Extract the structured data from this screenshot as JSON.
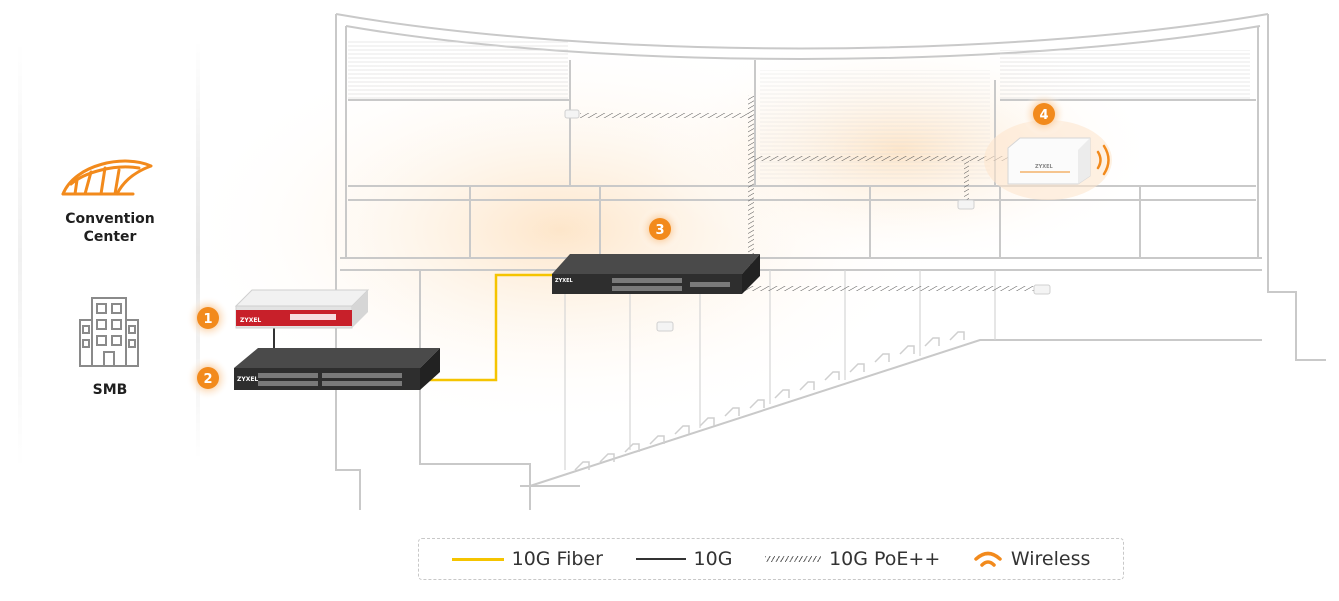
{
  "sites": [
    {
      "label": "Convention\nCenter",
      "icon": "convention-center-icon"
    },
    {
      "label": "SMB",
      "icon": "office-building-icon"
    }
  ],
  "badges": [
    "1",
    "2",
    "3",
    "4"
  ],
  "devices": {
    "firewall": {
      "brand": "ZYXEL"
    },
    "core_switch": {
      "brand": "ZYXEL"
    },
    "access_switch": {
      "brand": "ZYXEL"
    },
    "access_point": {
      "brand": "ZYXEL"
    }
  },
  "legend": [
    {
      "label": "10G Fiber",
      "style": "fiber"
    },
    {
      "label": "10G",
      "style": "copper"
    },
    {
      "label": "10G PoE++",
      "style": "poe"
    },
    {
      "label": "Wireless",
      "style": "wireless"
    }
  ],
  "colors": {
    "accent": "#f28a1c",
    "fiber": "#f5c400",
    "copper": "#333333",
    "outline": "#c9c9c9",
    "firewall_red": "#c8202a",
    "switch_dark": "#3a3a3a"
  }
}
